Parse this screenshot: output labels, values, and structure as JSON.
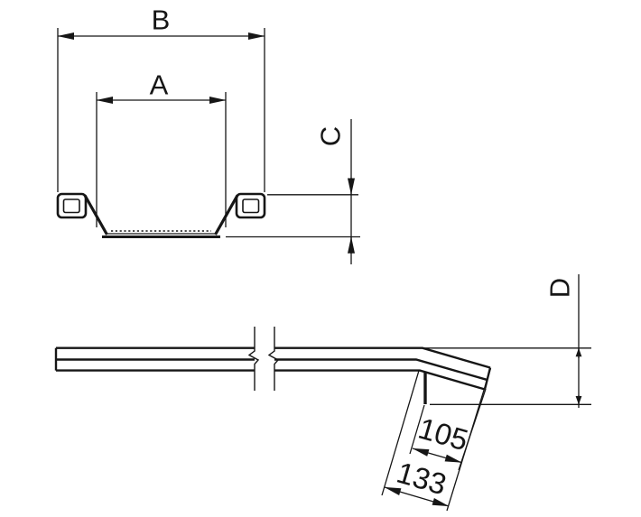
{
  "drawing": {
    "type": "technical-drawing",
    "background_color": "#ffffff",
    "line_color": "#161616",
    "cross_section_view": {
      "dim_outer_width": {
        "label": "B"
      },
      "dim_inner_width": {
        "label": "A"
      },
      "dim_profile_height": {
        "label": "C"
      }
    },
    "side_view": {
      "dim_drop_height": {
        "label": "D"
      },
      "dim_lip_length_inner": {
        "value": "105"
      },
      "dim_lip_length_overall": {
        "value": "133"
      }
    }
  }
}
